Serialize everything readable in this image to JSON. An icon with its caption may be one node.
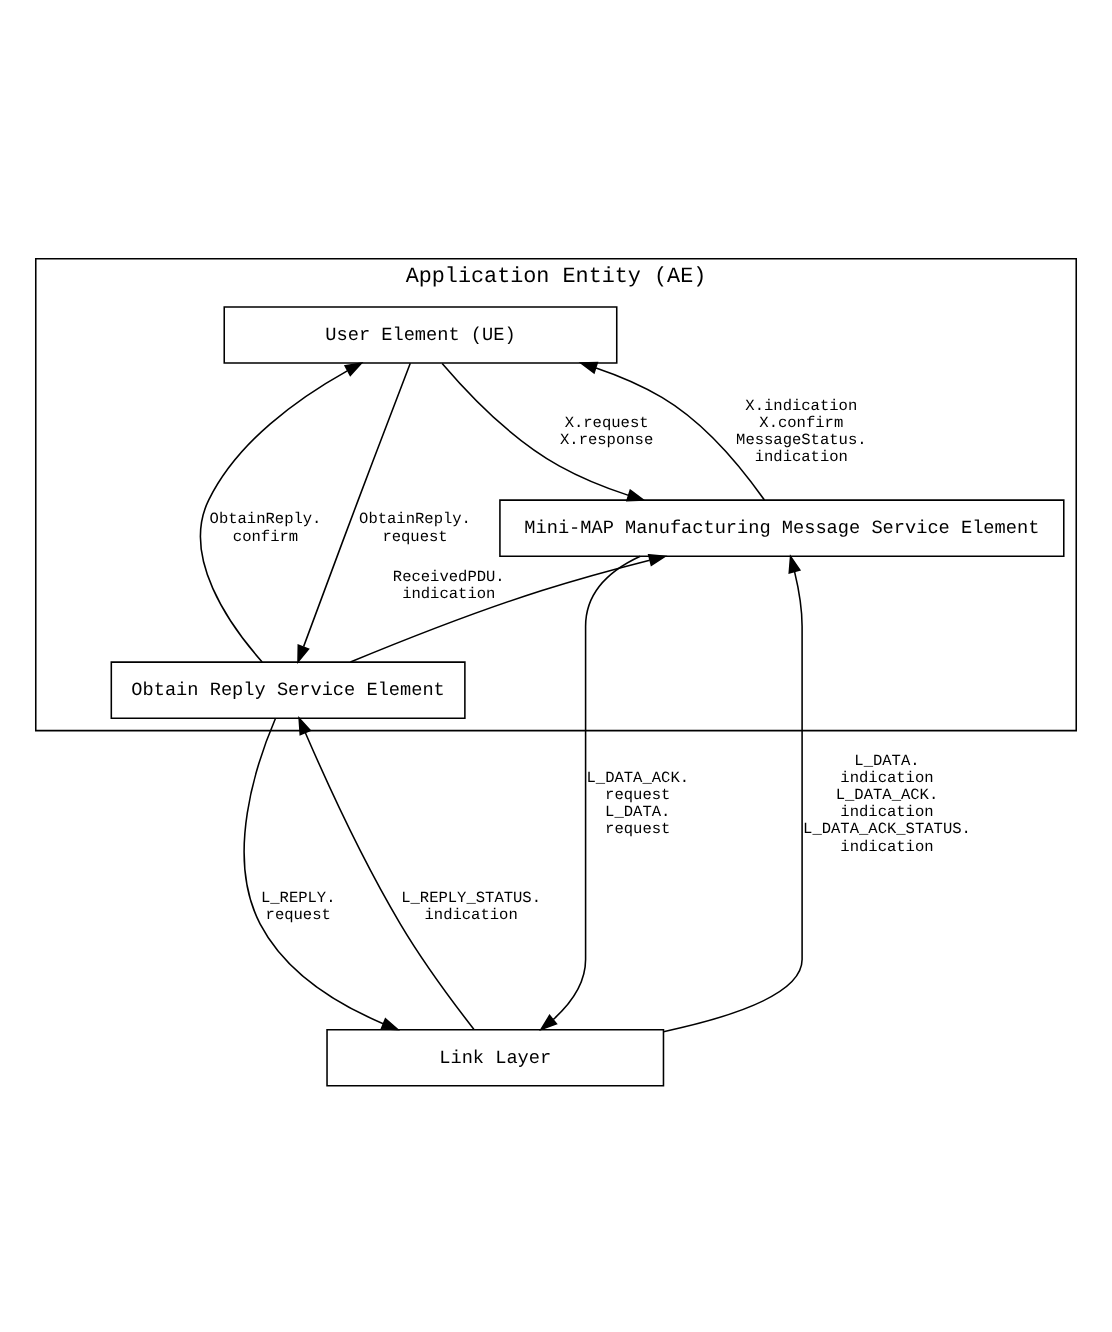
{
  "diagram": {
    "nodes": [
      {
        "text": [
          "Application Entity (AE)"
        ]
      },
      {
        "text": [
          "User Element (UE)"
        ],
        "in": 0
      },
      {
        "text": [
          "Mini-MAP Manufacturing Message Service Element"
        ],
        "in": 0
      },
      {
        "text": [
          "Obtain Reply Service Element"
        ],
        "in": 0
      },
      {
        "text": [
          "Link Layer"
        ]
      }
    ],
    "edges": [
      {
        "from": 1,
        "to": 3,
        "arrow": "to",
        "label": "ObtainReply. request"
      },
      {
        "from": 3,
        "to": 1,
        "arrow": "to",
        "label": "ObtainReply. confirm"
      },
      {
        "from": 1,
        "to": 2,
        "arrow": "to",
        "label": "X.request X.response"
      },
      {
        "from": 2,
        "to": 1,
        "arrow": "to",
        "label": "X.indication X.confirm MessageStatus. indication"
      },
      {
        "from": 3,
        "to": 2,
        "arrow": "to",
        "label": "ReceivedPDU. indication"
      },
      {
        "from": 2,
        "to": 4,
        "arrow": "to",
        "label": "L_DATA_ACK. request L_DATA. request"
      },
      {
        "from": 4,
        "to": 2,
        "arrow": "to",
        "label": "L_DATA. indication L_DATA_ACK. indication L_DATA_ACK_STATUS. indication"
      },
      {
        "from": 3,
        "to": 4,
        "arrow": "to",
        "label": "L_REPLY. request"
      },
      {
        "from": 4,
        "to": 3,
        "arrow": "to",
        "label": "L_REPLY_STATUS. indication"
      }
    ]
  }
}
